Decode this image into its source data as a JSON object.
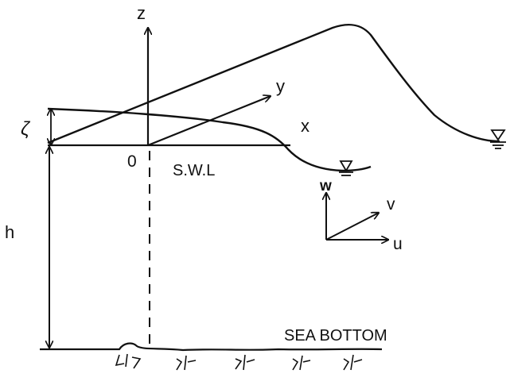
{
  "labels": {
    "z": "z",
    "y": "y",
    "x": "x",
    "origin": "0",
    "swl": "S.W.L",
    "zeta": "ζ",
    "h": "h",
    "w": "w",
    "v": "v",
    "u": "u",
    "sea_bottom": "SEA BOTTOM"
  },
  "colors": {
    "ink": "#111111",
    "background": "#ffffff"
  }
}
